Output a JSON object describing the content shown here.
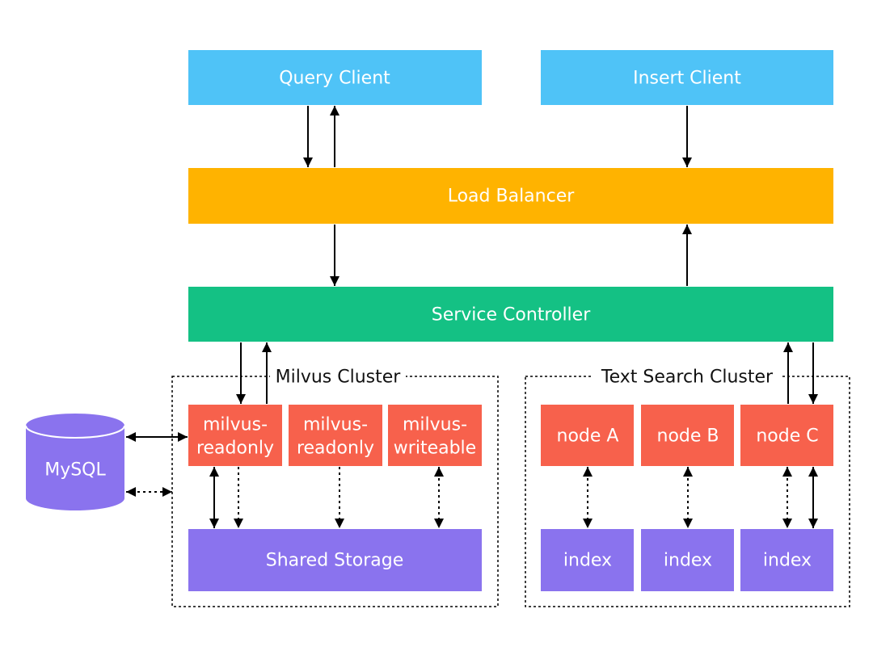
{
  "colors": {
    "client": "#4fc3f7",
    "load_balancer": "#ffb300",
    "service_controller": "#14c184",
    "milvus_node": "#f7614c",
    "storage": "#8a73ee",
    "arrow": "#000000"
  },
  "clients": {
    "query": "Query Client",
    "insert": "Insert Client"
  },
  "load_balancer": {
    "label": "Load Balancer"
  },
  "service_controller": {
    "label": "Service Controller"
  },
  "milvus_cluster": {
    "title": "Milvus Cluster",
    "nodes": [
      {
        "line1": "milvus-",
        "line2": "readonly"
      },
      {
        "line1": "milvus-",
        "line2": "readonly"
      },
      {
        "line1": "milvus-",
        "line2": "writeable"
      }
    ],
    "storage": "Shared Storage"
  },
  "text_search_cluster": {
    "title": "Text Search Cluster",
    "nodes": [
      "node A",
      "node B",
      "node C"
    ],
    "indexes": [
      "index",
      "index",
      "index"
    ]
  },
  "database": {
    "label": "MySQL"
  }
}
